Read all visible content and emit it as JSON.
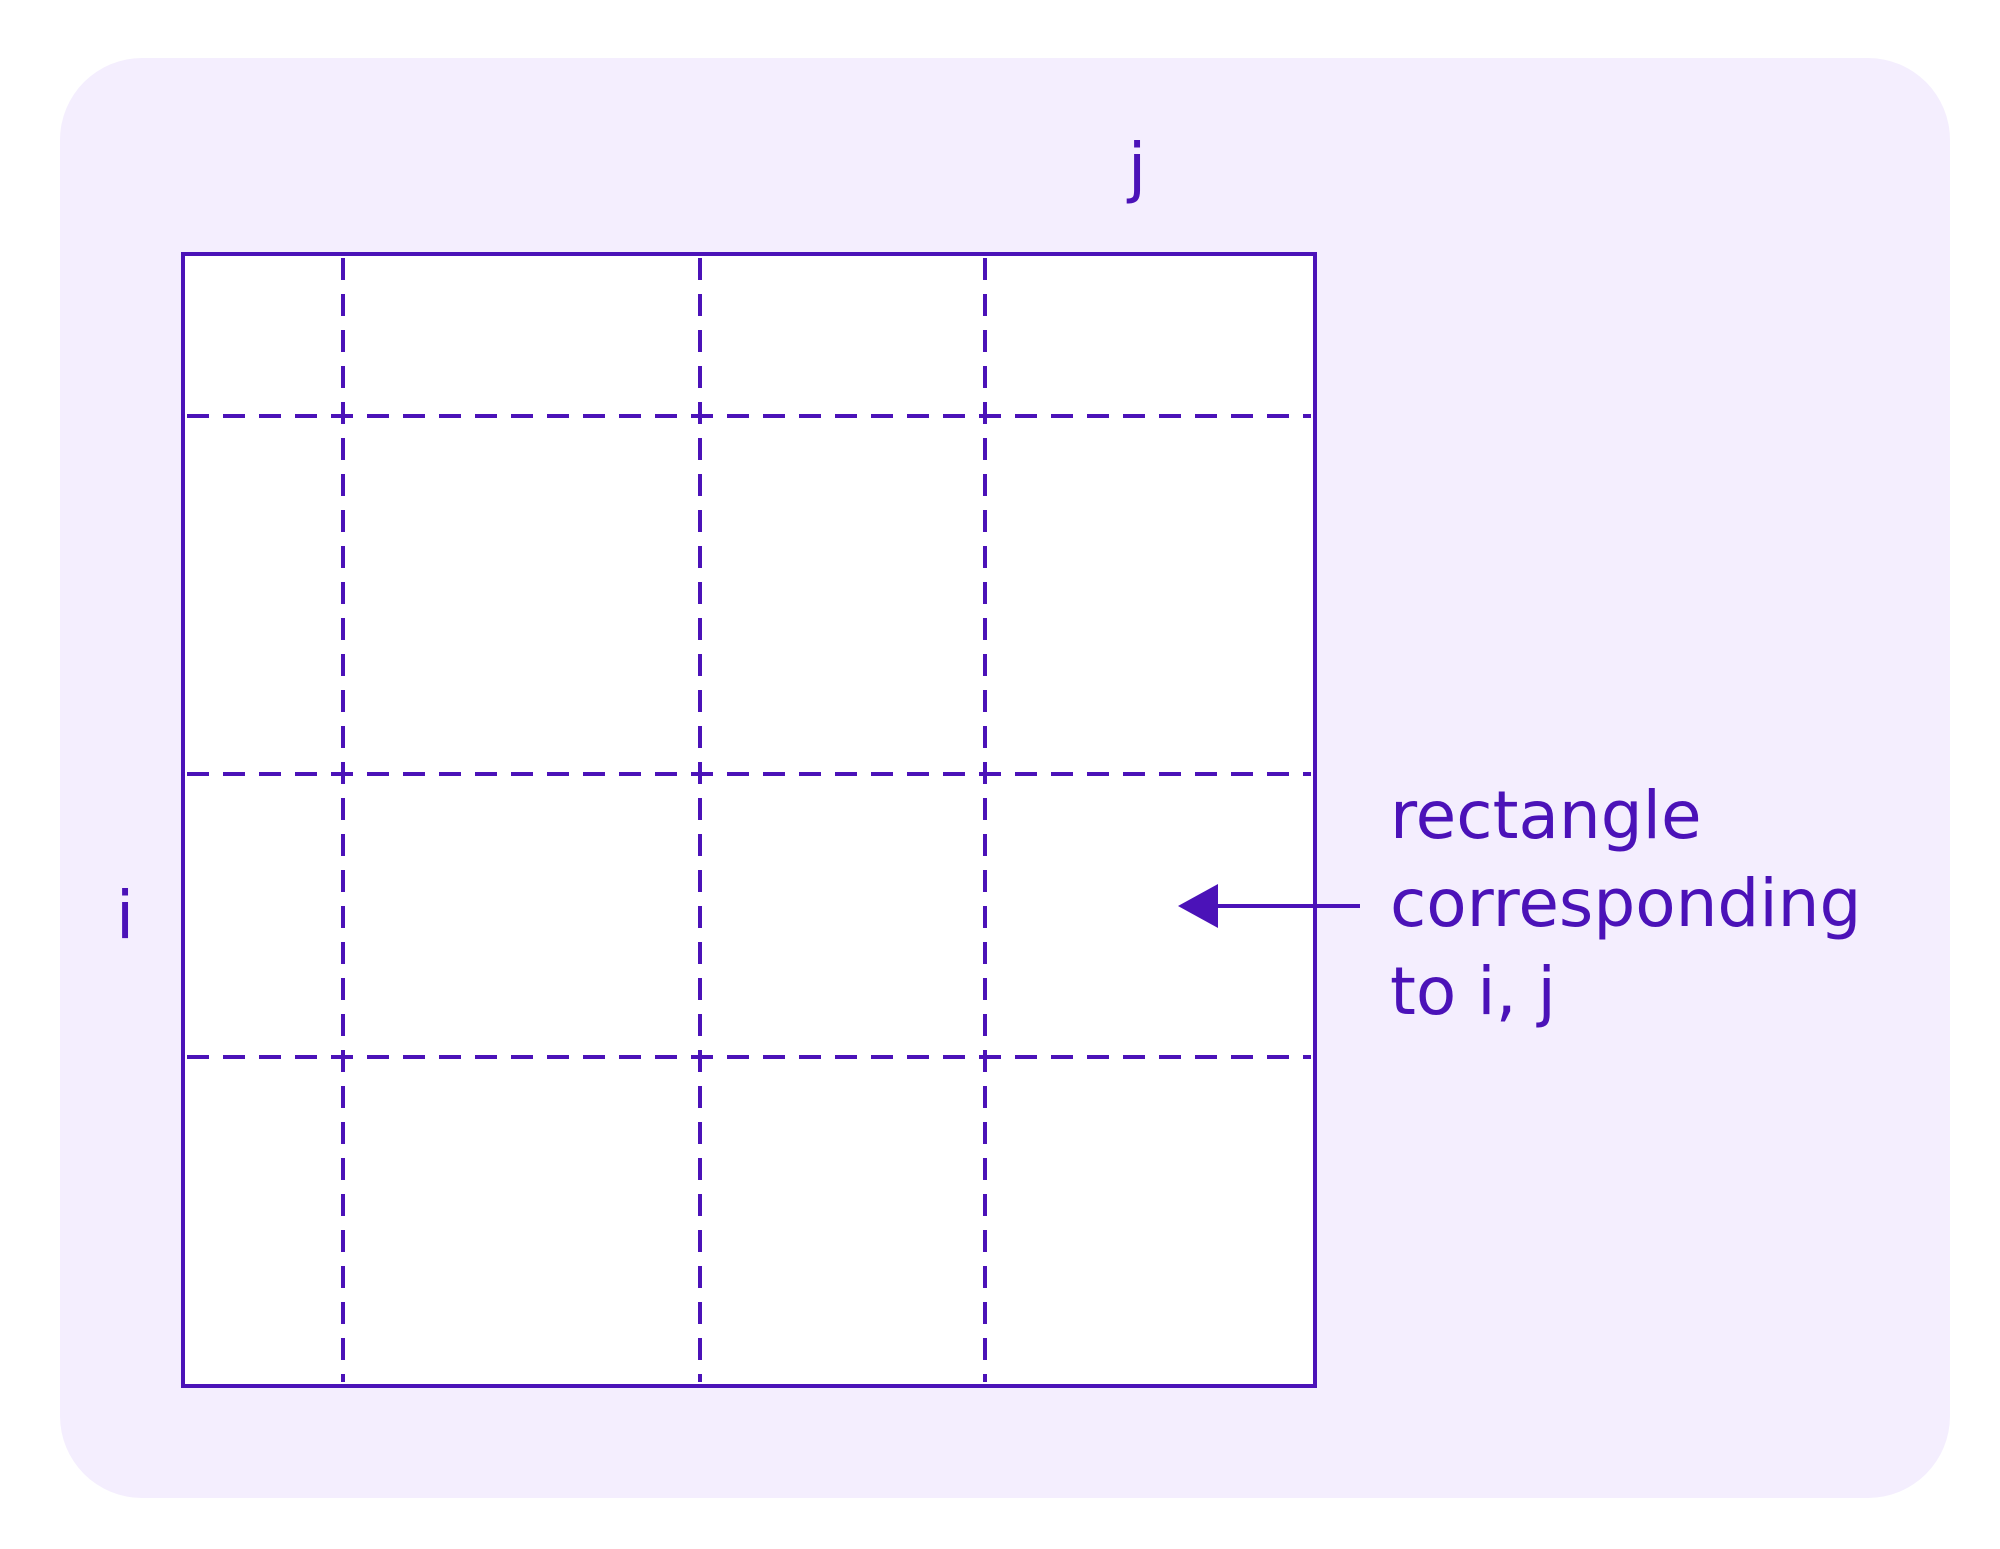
{
  "labels": {
    "axis_j": "j",
    "axis_i": "i",
    "annotation_line1": "rectangle",
    "annotation_line2": "corresponding",
    "annotation_line3": "to i, j"
  },
  "colors": {
    "accent": "#4b12b8",
    "panel_background": "#f4eefe",
    "grid_fill": "#ffffff"
  },
  "grid": {
    "columns": 4,
    "rows": 4
  }
}
